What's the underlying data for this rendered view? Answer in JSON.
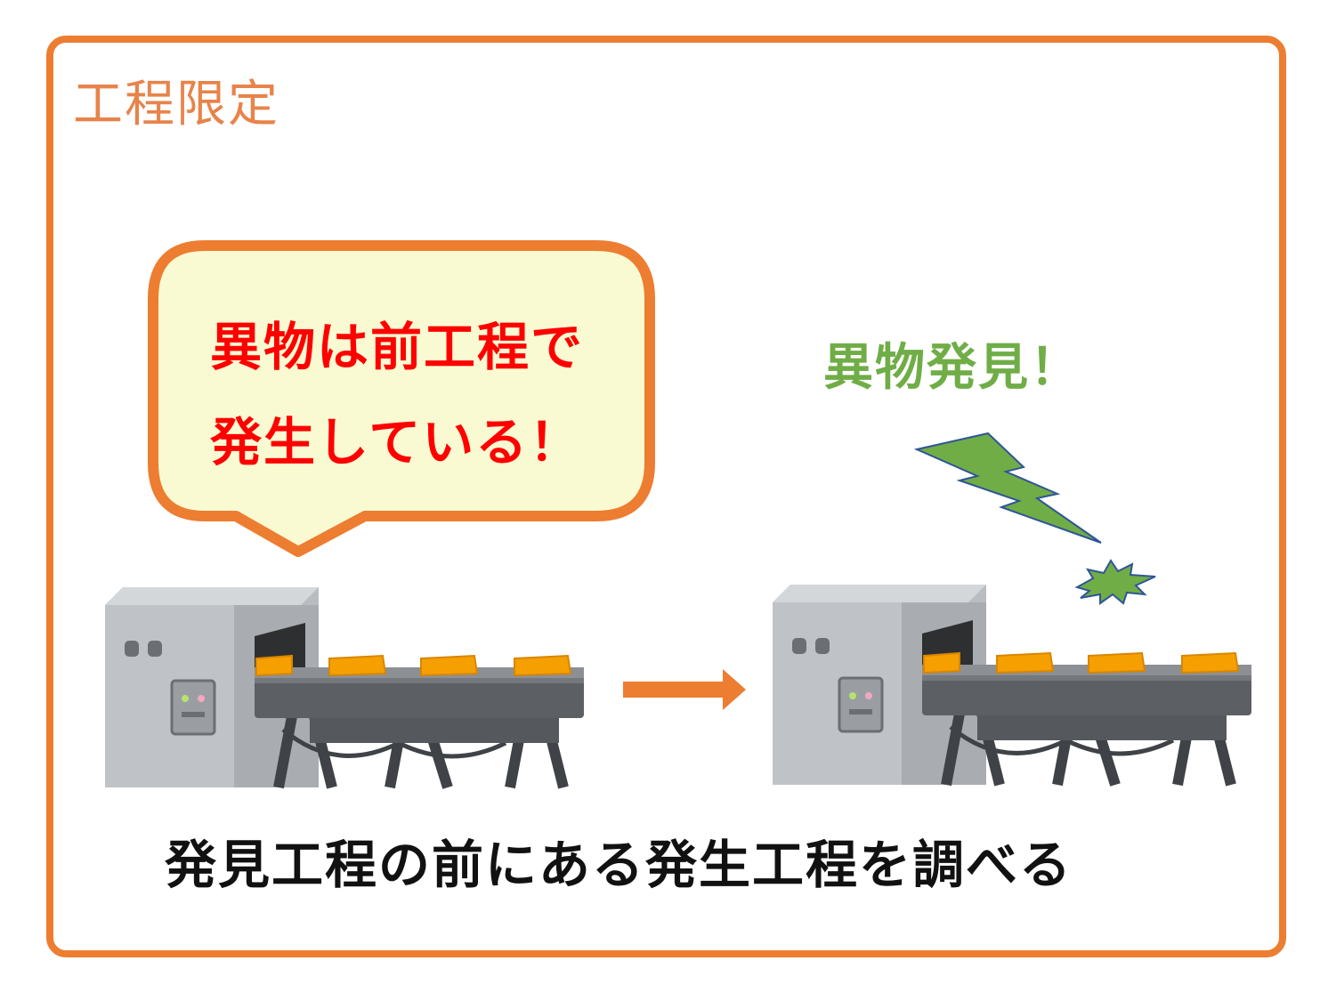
{
  "title": "工程限定",
  "bubble": {
    "line1": "異物は前工程で",
    "line2": "発生している！"
  },
  "alert": "異物発見！",
  "caption": "発見工程の前にある発生工程を調べる",
  "colors": {
    "frame": "#ED7D31",
    "bubble_fill": "#FAFAD2",
    "bubble_text": "#FF0000",
    "alert": "#70AD47",
    "caption": "#111111"
  }
}
